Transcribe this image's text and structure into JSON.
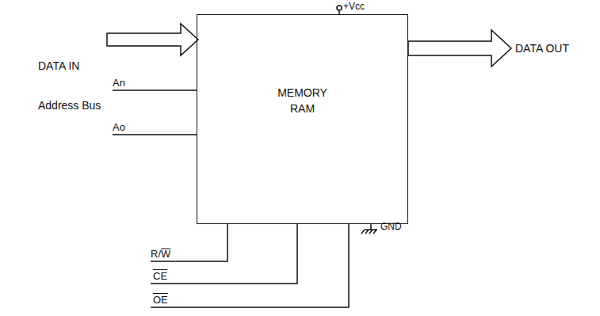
{
  "diagram": {
    "nodes": [
      {
        "text": [
          "MEMORY RAM"
        ]
      }
    ],
    "labels": [
      "+Vcc",
      "DATA IN",
      "An",
      "Address Bus",
      "Ao",
      "DATA OUT",
      "R/W",
      "CE",
      "OE",
      "GND"
    ]
  }
}
